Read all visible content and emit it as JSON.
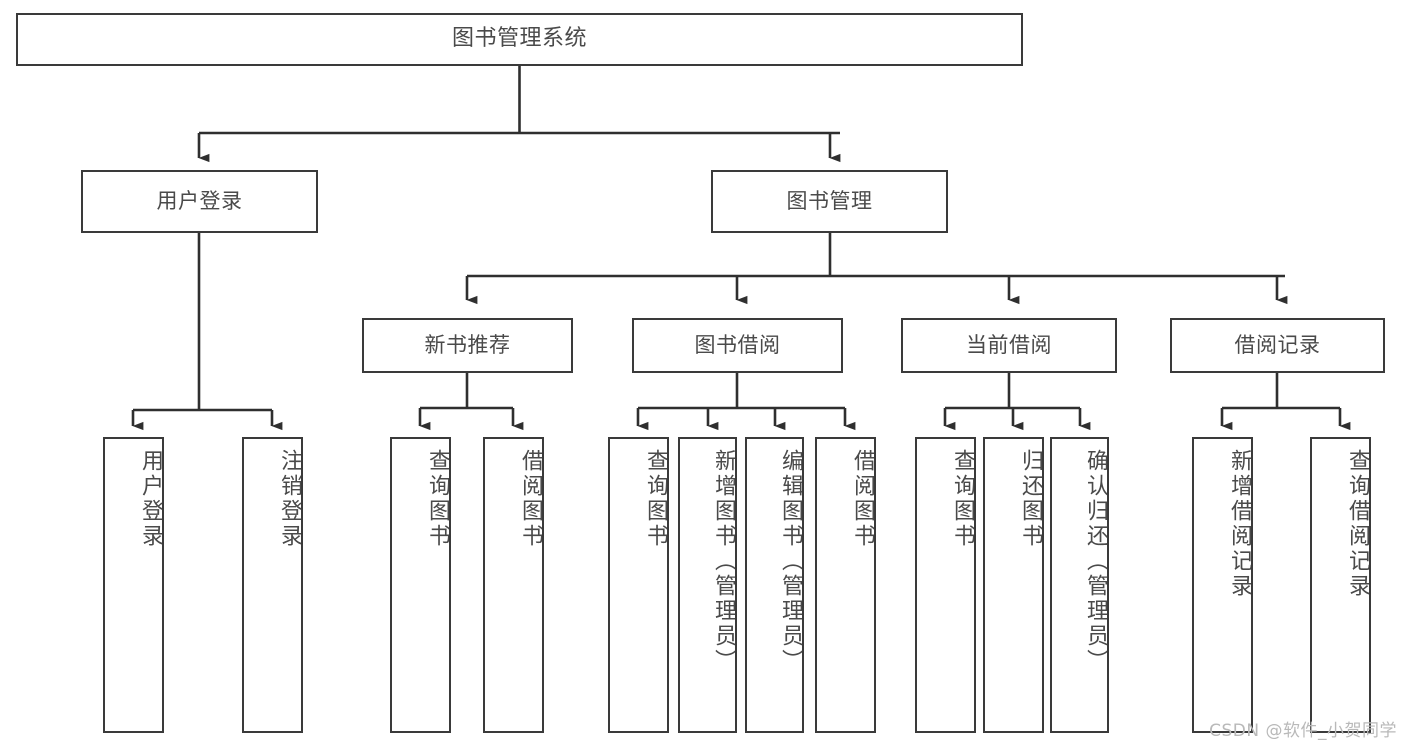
{
  "diagram": {
    "type": "tree",
    "title": "图书管理系统",
    "orientation": "top-down",
    "colors": {
      "box_border": "#3a3a3a",
      "box_fill": "#ffffff",
      "connector": "#2f2f2f",
      "text": "#4a4a4a",
      "watermark": "#b9b9b9",
      "background": "#ffffff"
    },
    "root": {
      "label": "图书管理系统",
      "orientation": "horizontal"
    },
    "level2": [
      {
        "label": "用户登录",
        "orientation": "horizontal"
      },
      {
        "label": "图书管理",
        "orientation": "horizontal"
      }
    ],
    "level3": [
      {
        "label": "新书推荐",
        "orientation": "horizontal",
        "parent": "图书管理"
      },
      {
        "label": "图书借阅",
        "orientation": "horizontal",
        "parent": "图书管理"
      },
      {
        "label": "当前借阅",
        "orientation": "horizontal",
        "parent": "图书管理"
      },
      {
        "label": "借阅记录",
        "orientation": "horizontal",
        "parent": "图书管理"
      }
    ],
    "leaves": [
      {
        "label": "用户登录",
        "orientation": "vertical",
        "parent": "用户登录"
      },
      {
        "label": "注销登录",
        "orientation": "vertical",
        "parent": "用户登录"
      },
      {
        "label": "查询图书",
        "orientation": "vertical",
        "parent": "新书推荐"
      },
      {
        "label": "借阅图书",
        "orientation": "vertical",
        "parent": "新书推荐"
      },
      {
        "label": "查询图书",
        "orientation": "vertical",
        "parent": "图书借阅"
      },
      {
        "label": "新增图书（管理员）",
        "orientation": "vertical",
        "parent": "图书借阅"
      },
      {
        "label": "编辑图书（管理员）",
        "orientation": "vertical",
        "parent": "图书借阅"
      },
      {
        "label": "借阅图书",
        "orientation": "vertical",
        "parent": "图书借阅"
      },
      {
        "label": "查询图书",
        "orientation": "vertical",
        "parent": "当前借阅"
      },
      {
        "label": "归还图书",
        "orientation": "vertical",
        "parent": "当前借阅"
      },
      {
        "label": "确认归还（管理员）",
        "orientation": "vertical",
        "parent": "当前借阅"
      },
      {
        "label": "新增借阅记录",
        "orientation": "vertical",
        "parent": "借阅记录"
      },
      {
        "label": "查询借阅记录",
        "orientation": "vertical",
        "parent": "借阅记录"
      }
    ]
  },
  "watermark": {
    "text": "CSDN @软件_小贺同学"
  }
}
